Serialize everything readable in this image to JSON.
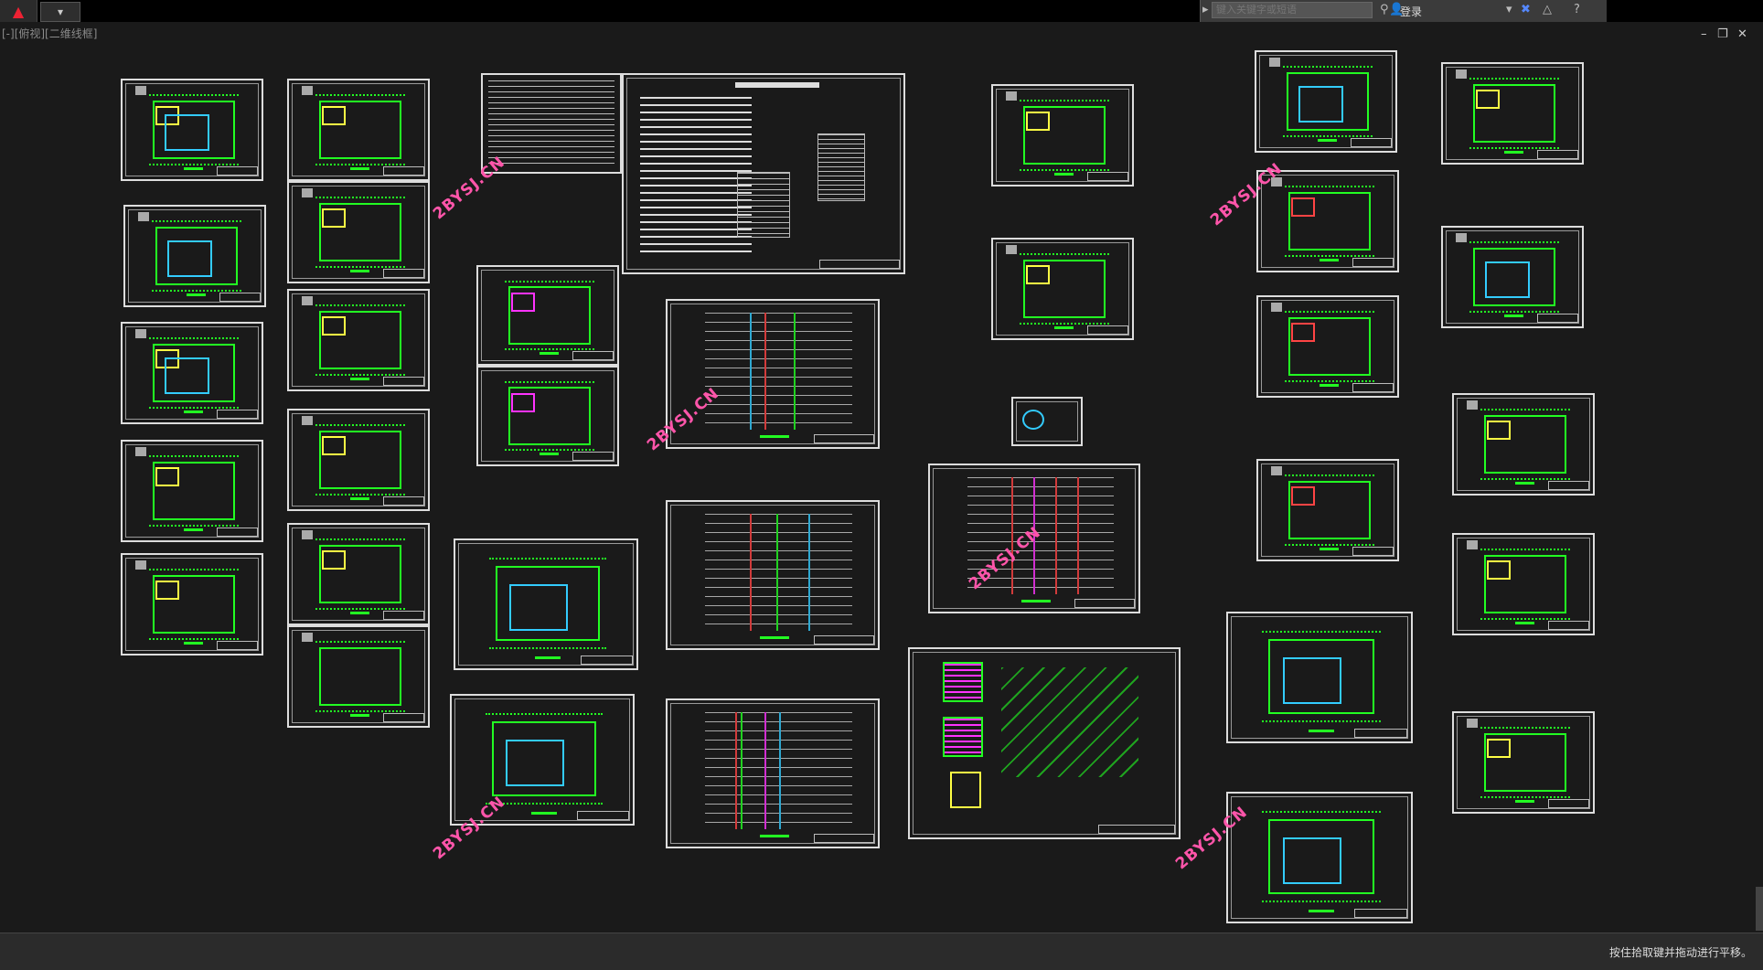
{
  "app": {
    "menu_glyph": "▲",
    "quick_access": "▾"
  },
  "search": {
    "placeholder": "键入关键字或短语"
  },
  "login": {
    "label": "登录"
  },
  "viewport": {
    "label": "[-][俯视][二维线框]"
  },
  "window_controls": {
    "minimize": "–",
    "restore": "❐",
    "close": "✕"
  },
  "watermark_text": "2BYSJ.CN",
  "drawing_title": "给排水设计及施工说明",
  "status": {
    "message": "按住拾取键并拖动进行平移。"
  },
  "colors": {
    "background": "#1a1a1a",
    "plan_lines": "#22ff22",
    "watermark": "#ff55aa",
    "sheet_border": "#dddddd"
  }
}
